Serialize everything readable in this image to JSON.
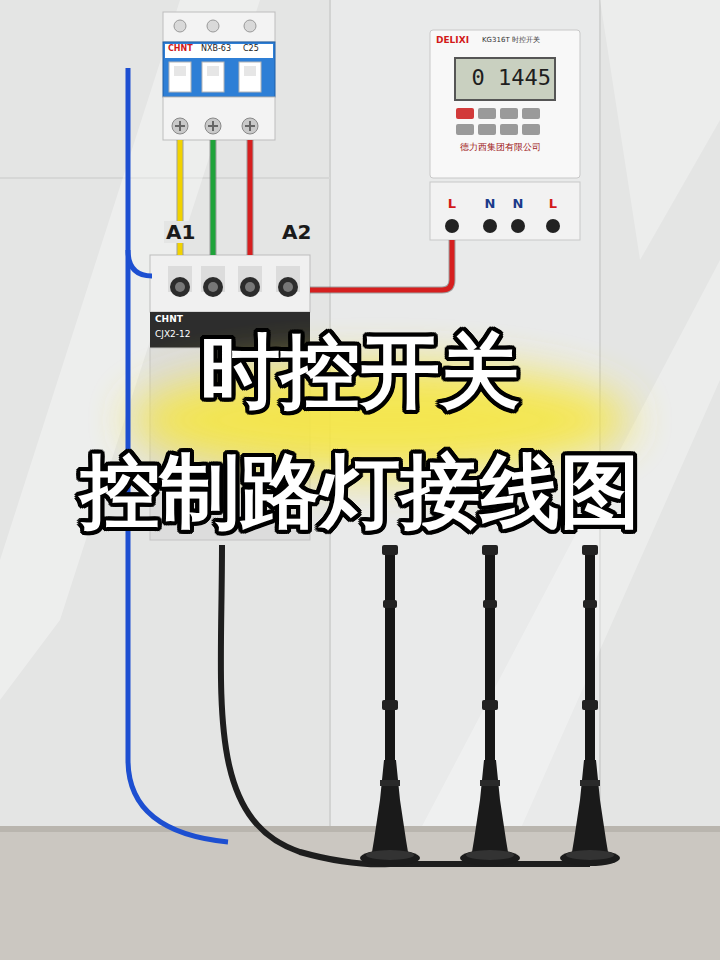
{
  "diagram": {
    "title": "时控开关 控制路灯接线图",
    "nodes": [
      {
        "text": [
          "CHNT",
          "NXB-63",
          "C25"
        ]
      },
      {
        "text": [
          "CHNT",
          "CJX2-12"
        ]
      },
      {
        "text": [
          "DELIXI",
          "KG316T 时控开关",
          "0 1445",
          "德力西集团有限公司"
        ]
      }
    ],
    "edges": [
      {
        "from": 0,
        "to": 1,
        "arrow": "none"
      },
      {
        "from": 0,
        "to": 1,
        "arrow": "none"
      },
      {
        "from": 0,
        "to": 1,
        "arrow": "none"
      },
      {
        "from": 1,
        "to": 2,
        "arrow": "none"
      }
    ],
    "labels": [
      "A1",
      "A2",
      "L",
      "N",
      "N",
      "L"
    ]
  }
}
